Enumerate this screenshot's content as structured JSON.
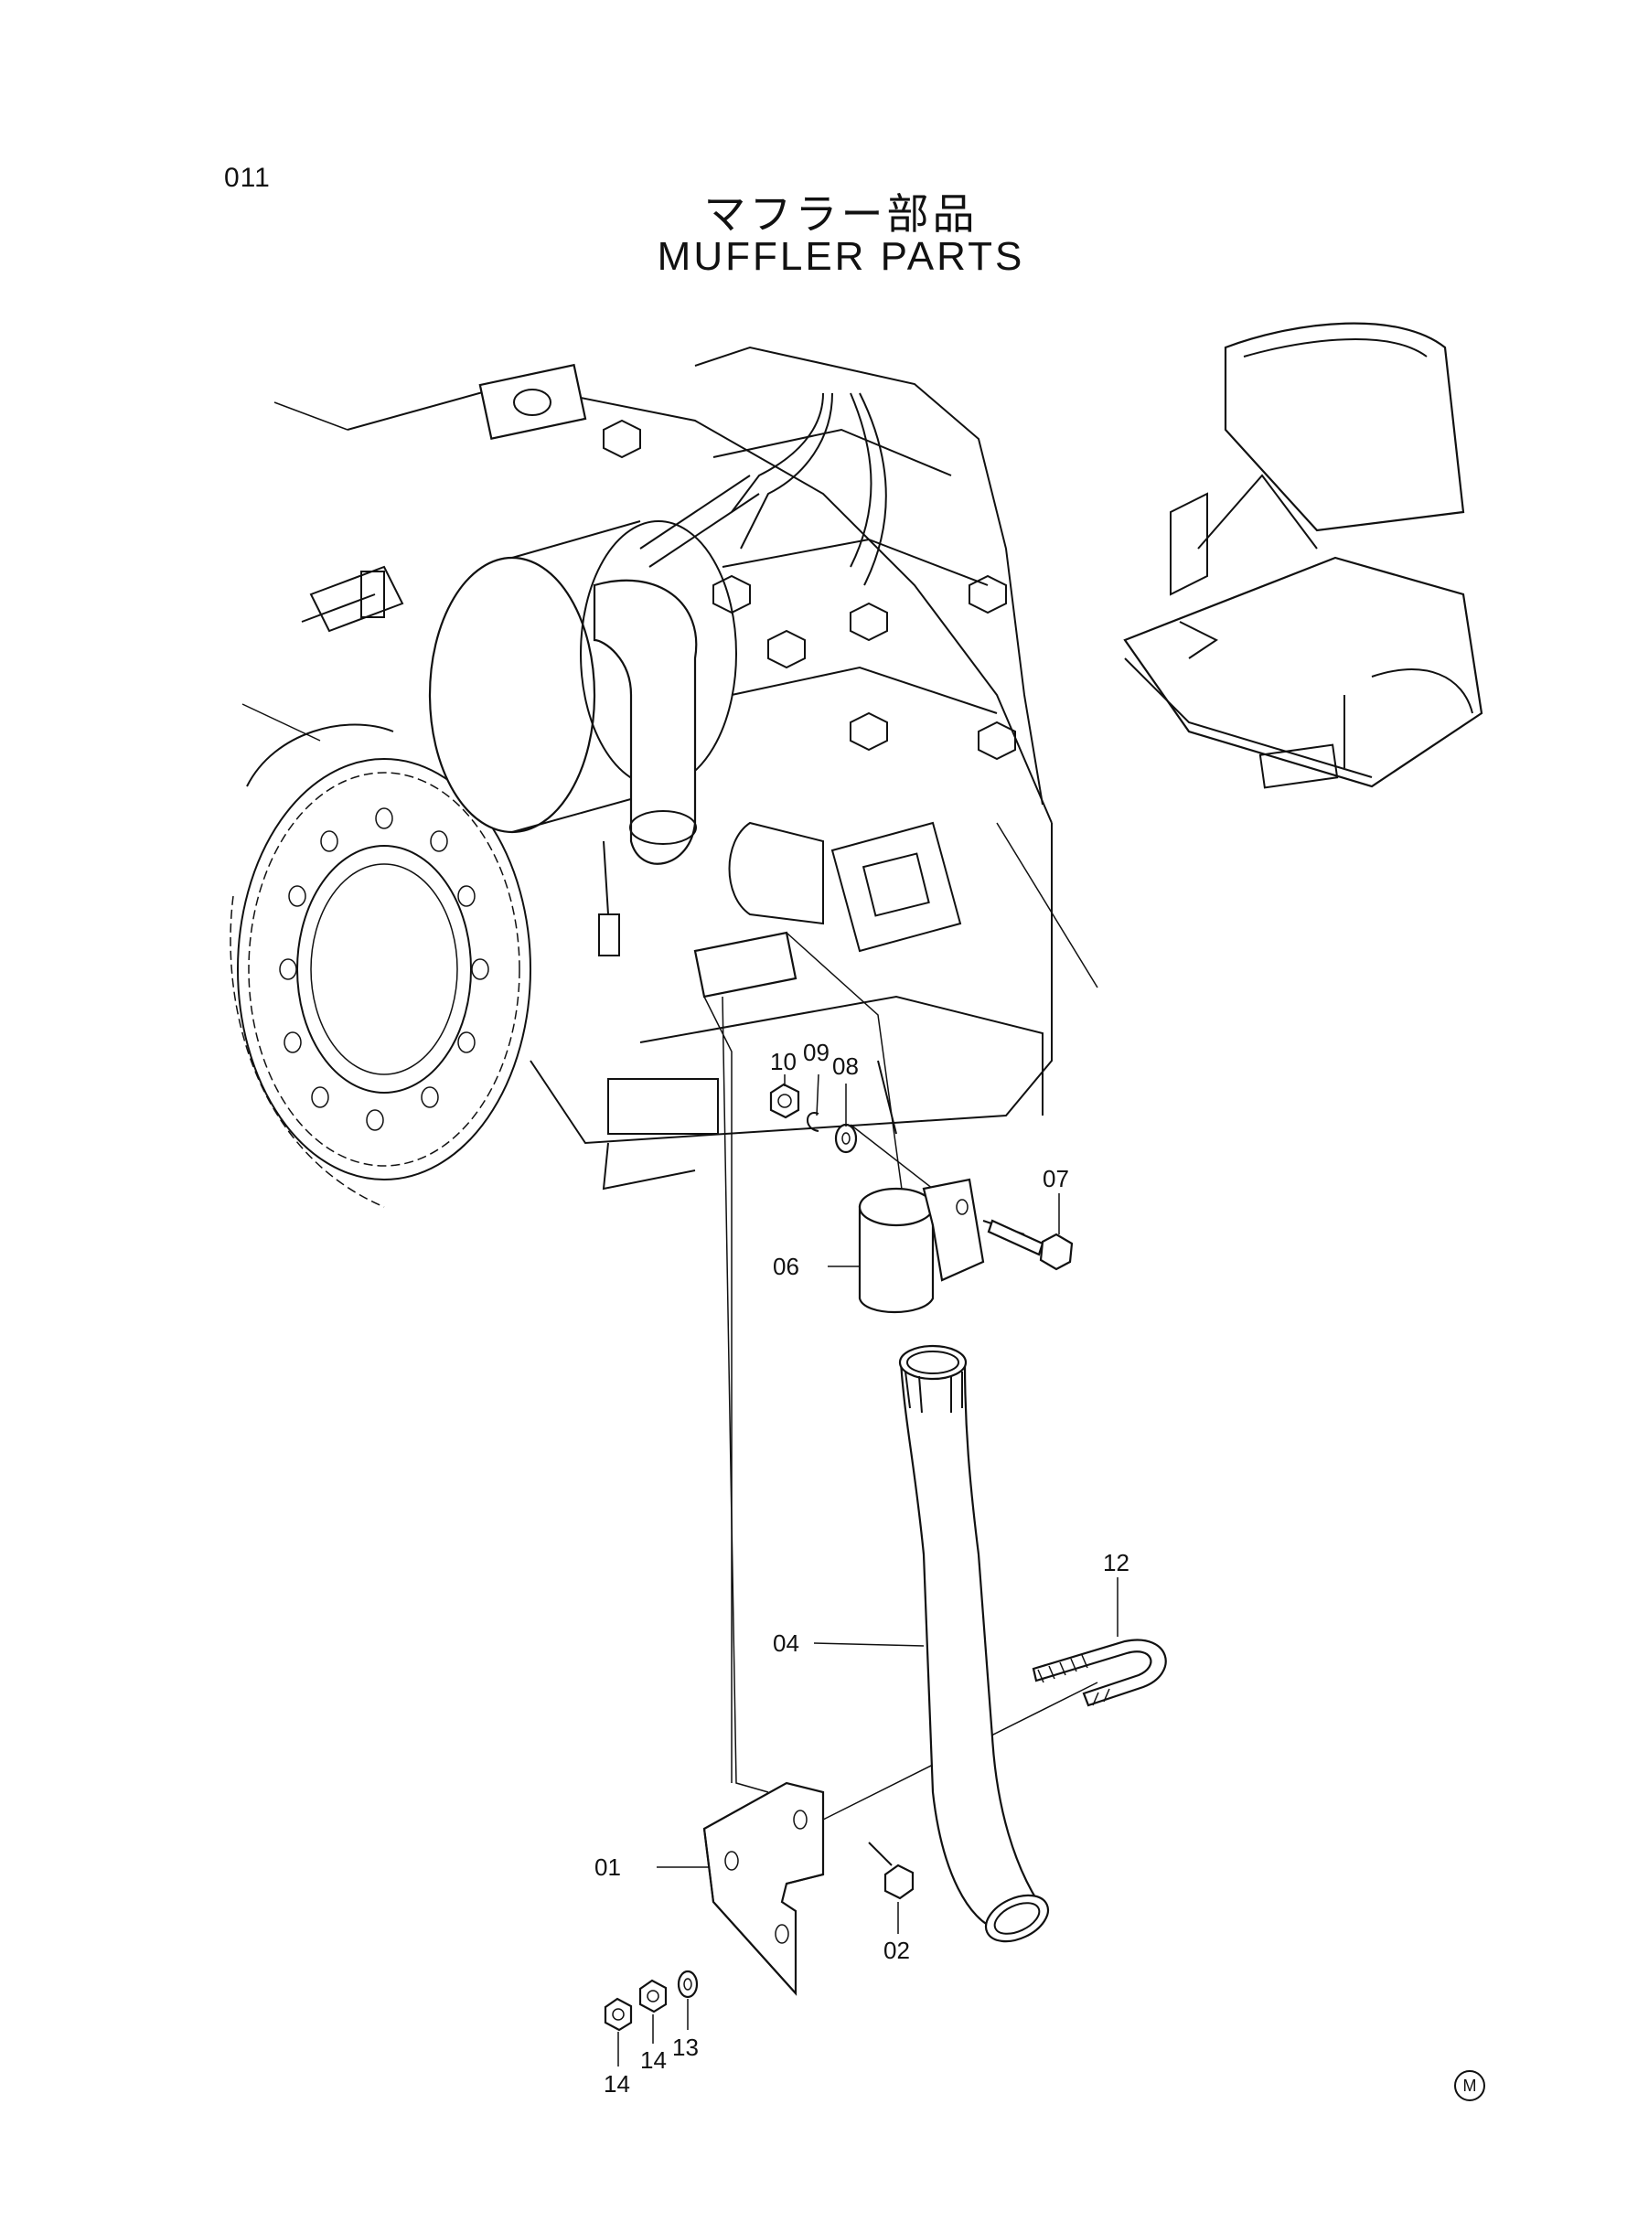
{
  "header": {
    "page_number": "011",
    "title_ja": "マフラー部品",
    "title_en": "MUFFLER PARTS"
  },
  "callouts": {
    "c01": "01",
    "c02": "02",
    "c04": "04",
    "c06": "06",
    "c07": "07",
    "c08": "08",
    "c09": "09",
    "c10": "10",
    "c12": "12",
    "c13": "13",
    "c14a": "14",
    "c14b": "14"
  },
  "footer": {
    "mark": "M"
  }
}
